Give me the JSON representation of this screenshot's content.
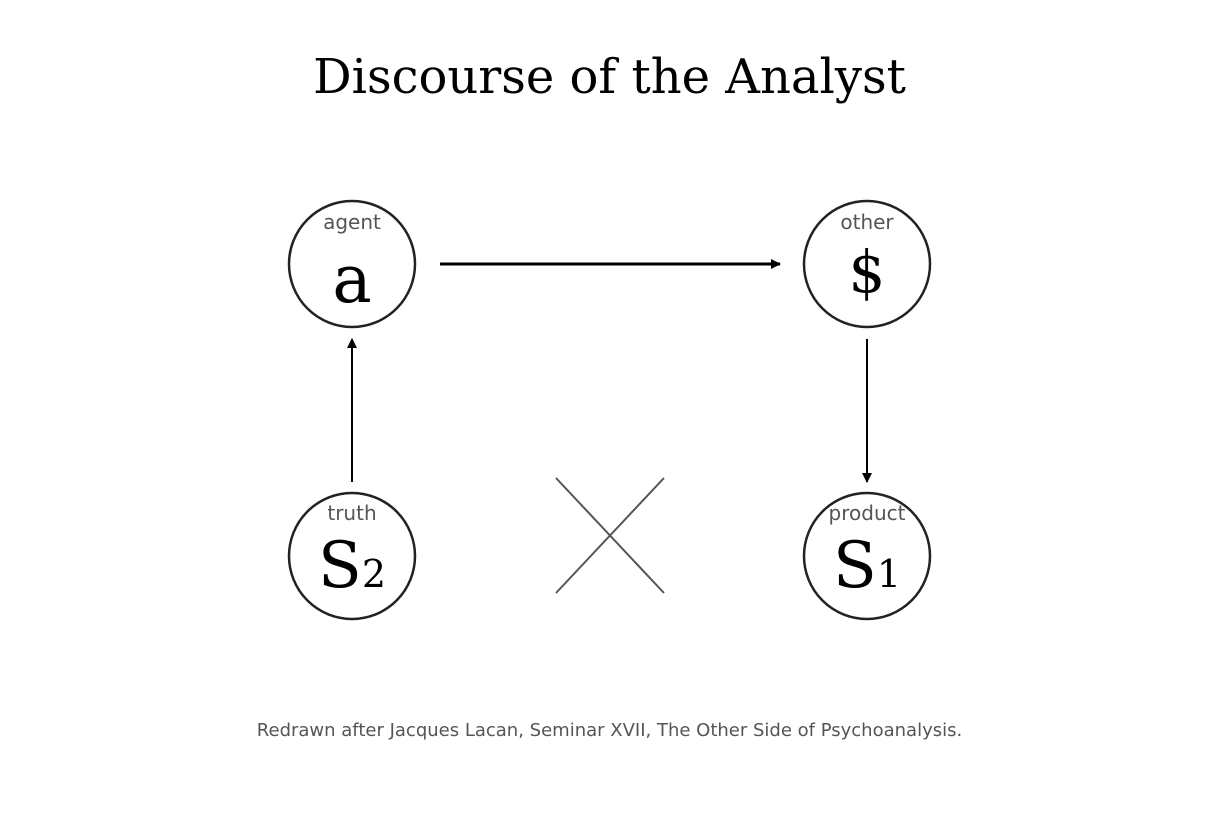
{
  "title": "Discourse of the Analyst",
  "nodes": {
    "agent": {
      "role": "agent",
      "symbol": "a",
      "subscript": ""
    },
    "other": {
      "role": "other",
      "symbol": "$",
      "subscript": ""
    },
    "truth": {
      "role": "truth",
      "symbol": "S",
      "subscript": "2"
    },
    "product": {
      "role": "product",
      "symbol": "S",
      "subscript": "1"
    }
  },
  "edges": [
    {
      "from": "agent",
      "to": "other"
    },
    {
      "from": "other",
      "to": "product"
    },
    {
      "from": "truth",
      "to": "agent"
    }
  ],
  "impossibility_mark": "cross",
  "caption": "Redrawn after Jacques Lacan, Seminar XVII, The Other Side of Psychoanalysis.",
  "colors": {
    "text": "#000000",
    "muted": "#555555",
    "stroke": "#222222"
  }
}
